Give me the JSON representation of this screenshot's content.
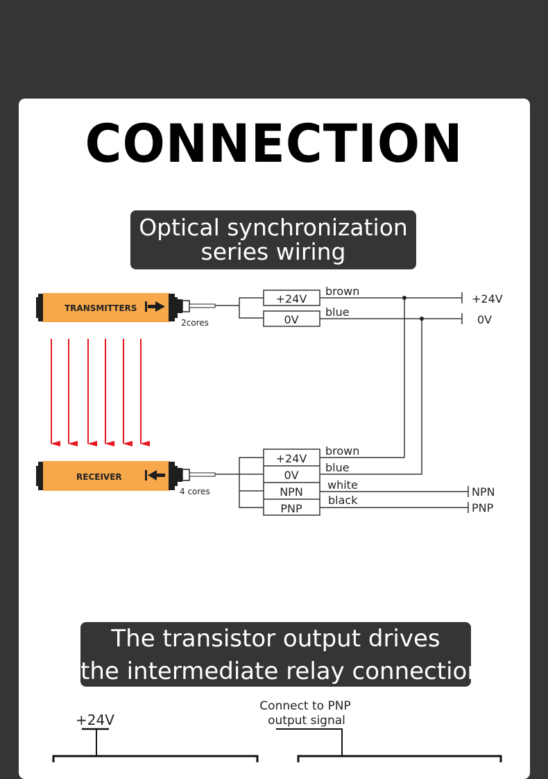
{
  "title": "CONNECTION",
  "section1": {
    "heading_line1": "Optical synchronization",
    "heading_line2": "series wiring",
    "transmitter": {
      "label": "TRANSMITTERS",
      "cores": "2cores",
      "arrow": "arrow-right"
    },
    "receiver": {
      "label": "RECEIVER",
      "cores": "4 cores",
      "arrow": "arrow-left"
    },
    "beam_count": 6,
    "transmitter_terminals": [
      {
        "pin": "+24V",
        "wire": "brown"
      },
      {
        "pin": "0V",
        "wire": "blue"
      }
    ],
    "receiver_terminals": [
      {
        "pin": "+24V",
        "wire": "brown"
      },
      {
        "pin": "0V",
        "wire": "blue"
      },
      {
        "pin": "NPN",
        "wire": "white"
      },
      {
        "pin": "PNP",
        "wire": "black"
      }
    ],
    "outputs": {
      "supply_pos": "+24V",
      "supply_neg": "0V",
      "npn": "NPN",
      "pnp": "PNP"
    }
  },
  "section2": {
    "heading_line1": "The transistor output drives",
    "heading_line2": "the intermediate relay connection",
    "supply_label": "+24V",
    "signal_label_line1": "Connect to PNP",
    "signal_label_line2": "output signal"
  },
  "colors": {
    "background": "#353535",
    "card": "#ffffff",
    "sensor_body": "#f7a84a",
    "beam": "#e8141e"
  }
}
